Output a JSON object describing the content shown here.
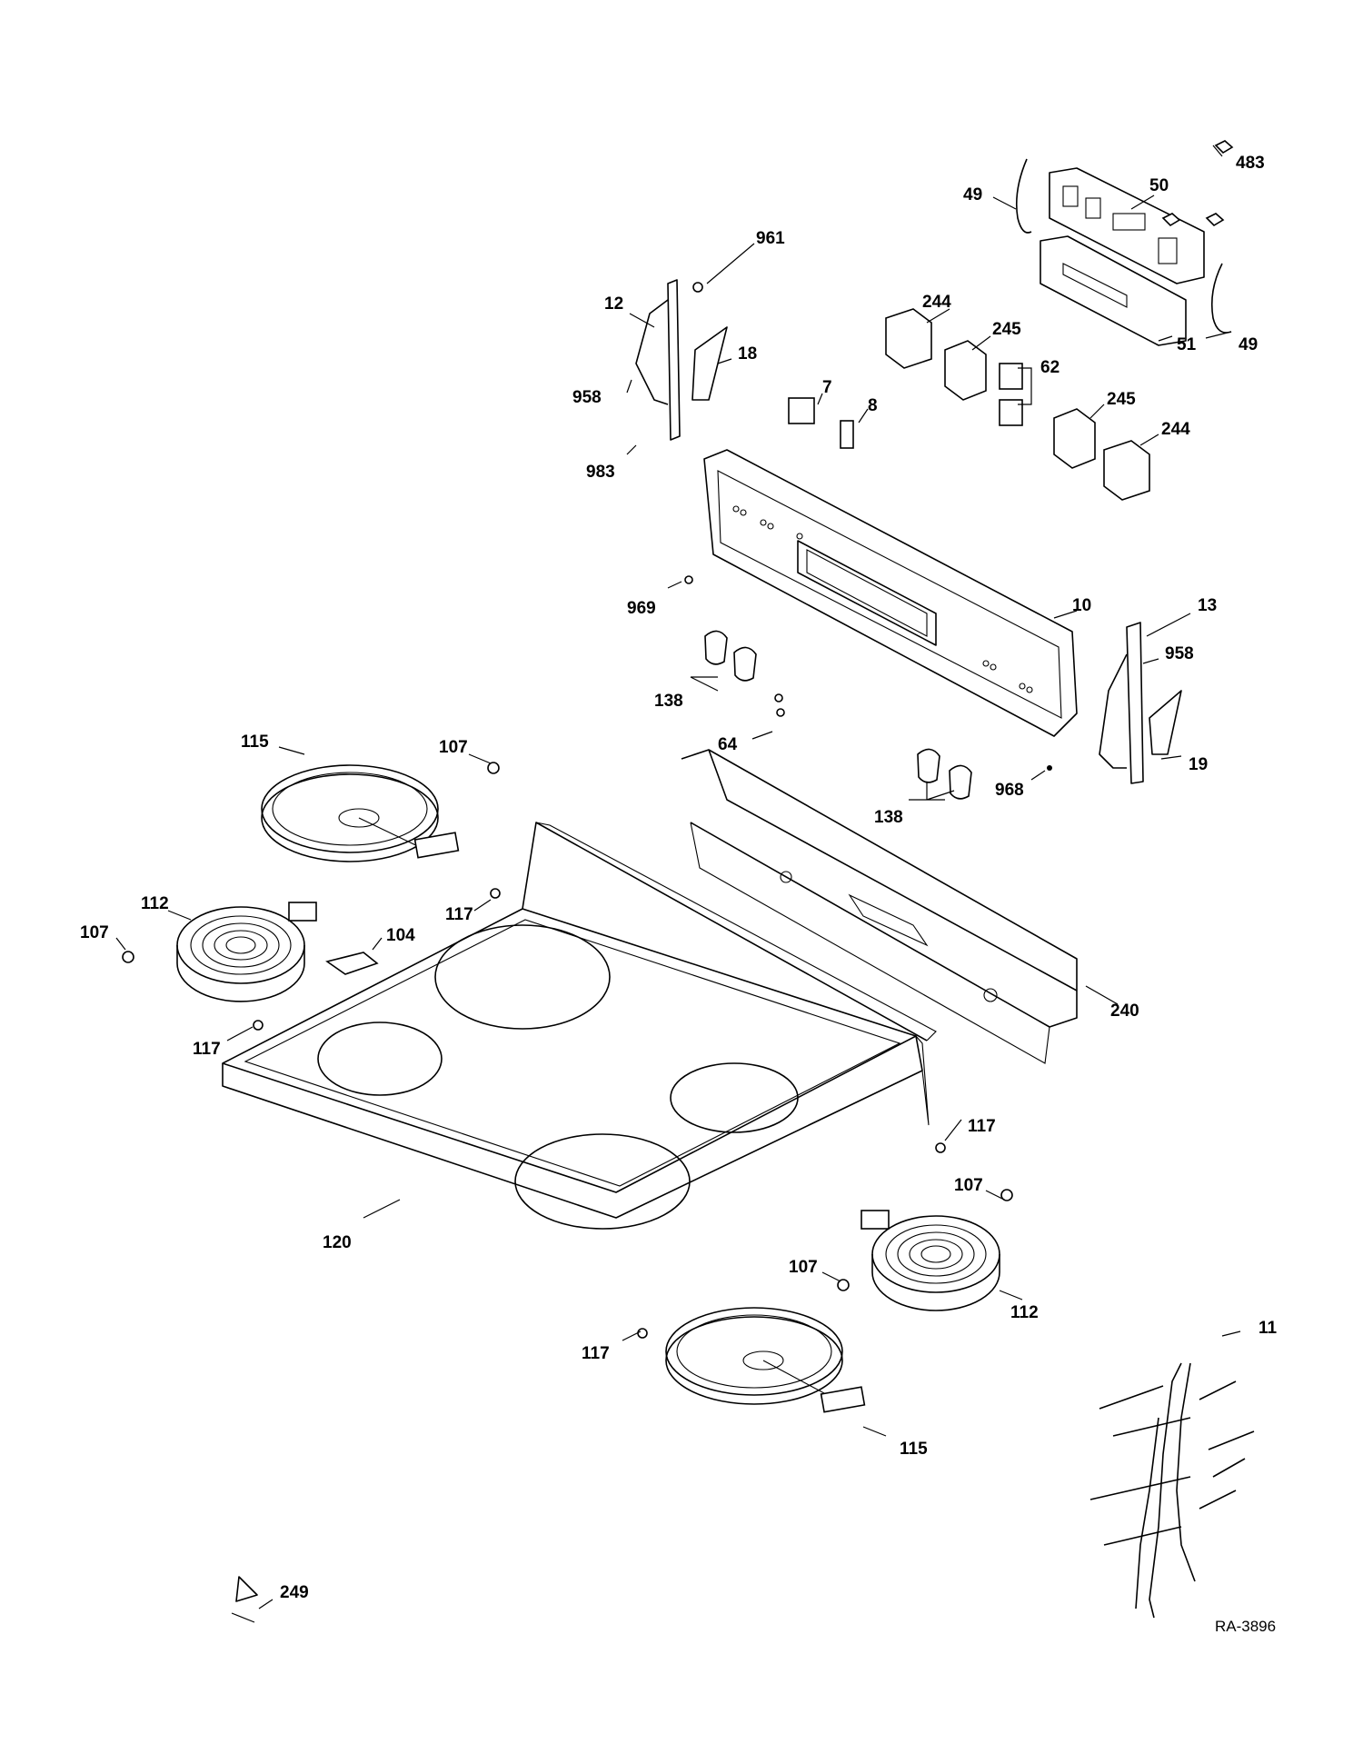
{
  "diagram": {
    "reference_code": "RA-3896",
    "callouts": [
      "483",
      "50",
      "49",
      "49",
      "51",
      "961",
      "12",
      "18",
      "958",
      "983",
      "244",
      "245",
      "62",
      "7",
      "8",
      "245",
      "244",
      "10",
      "969",
      "13",
      "958",
      "138",
      "64",
      "19",
      "968",
      "138",
      "115",
      "107",
      "112",
      "117",
      "104",
      "107",
      "240",
      "117",
      "117",
      "120",
      "107",
      "107",
      "112",
      "117",
      "115",
      "11",
      "249"
    ]
  }
}
